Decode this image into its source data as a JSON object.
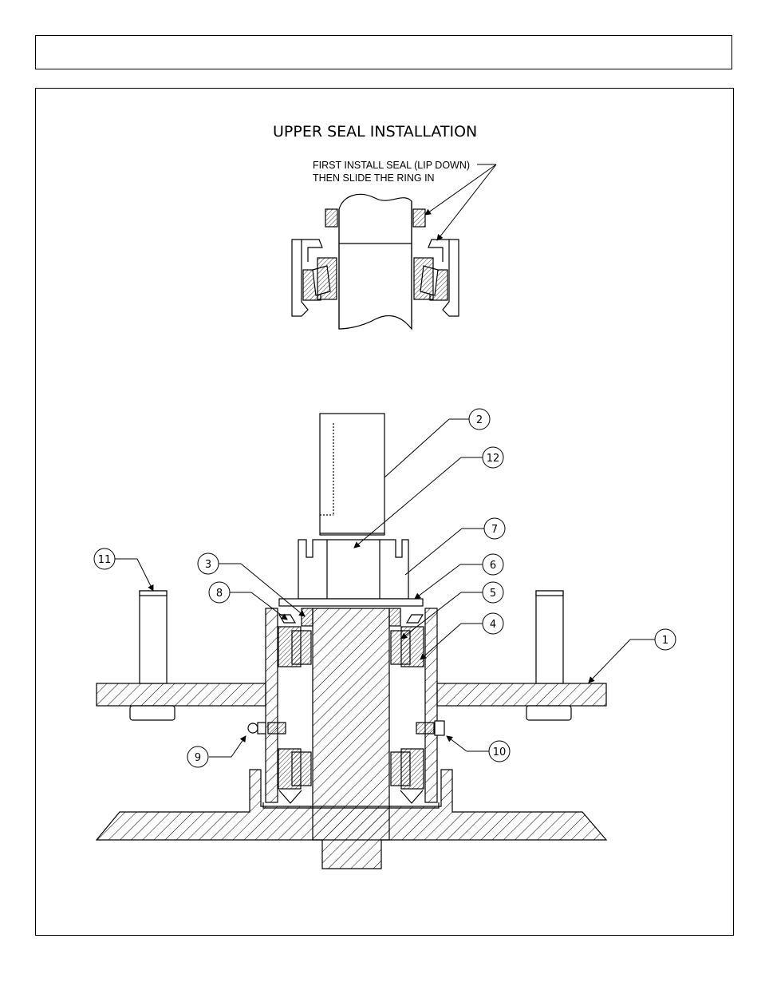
{
  "diagram": {
    "title": "UPPER SEAL INSTALLATION",
    "note_line1": "FIRST INSTALL SEAL (LIP DOWN)",
    "note_line2": "THEN SLIDE THE RING IN",
    "callouts": [
      "1",
      "2",
      "3",
      "4",
      "5",
      "6",
      "7",
      "8",
      "9",
      "10",
      "11",
      "12"
    ]
  }
}
